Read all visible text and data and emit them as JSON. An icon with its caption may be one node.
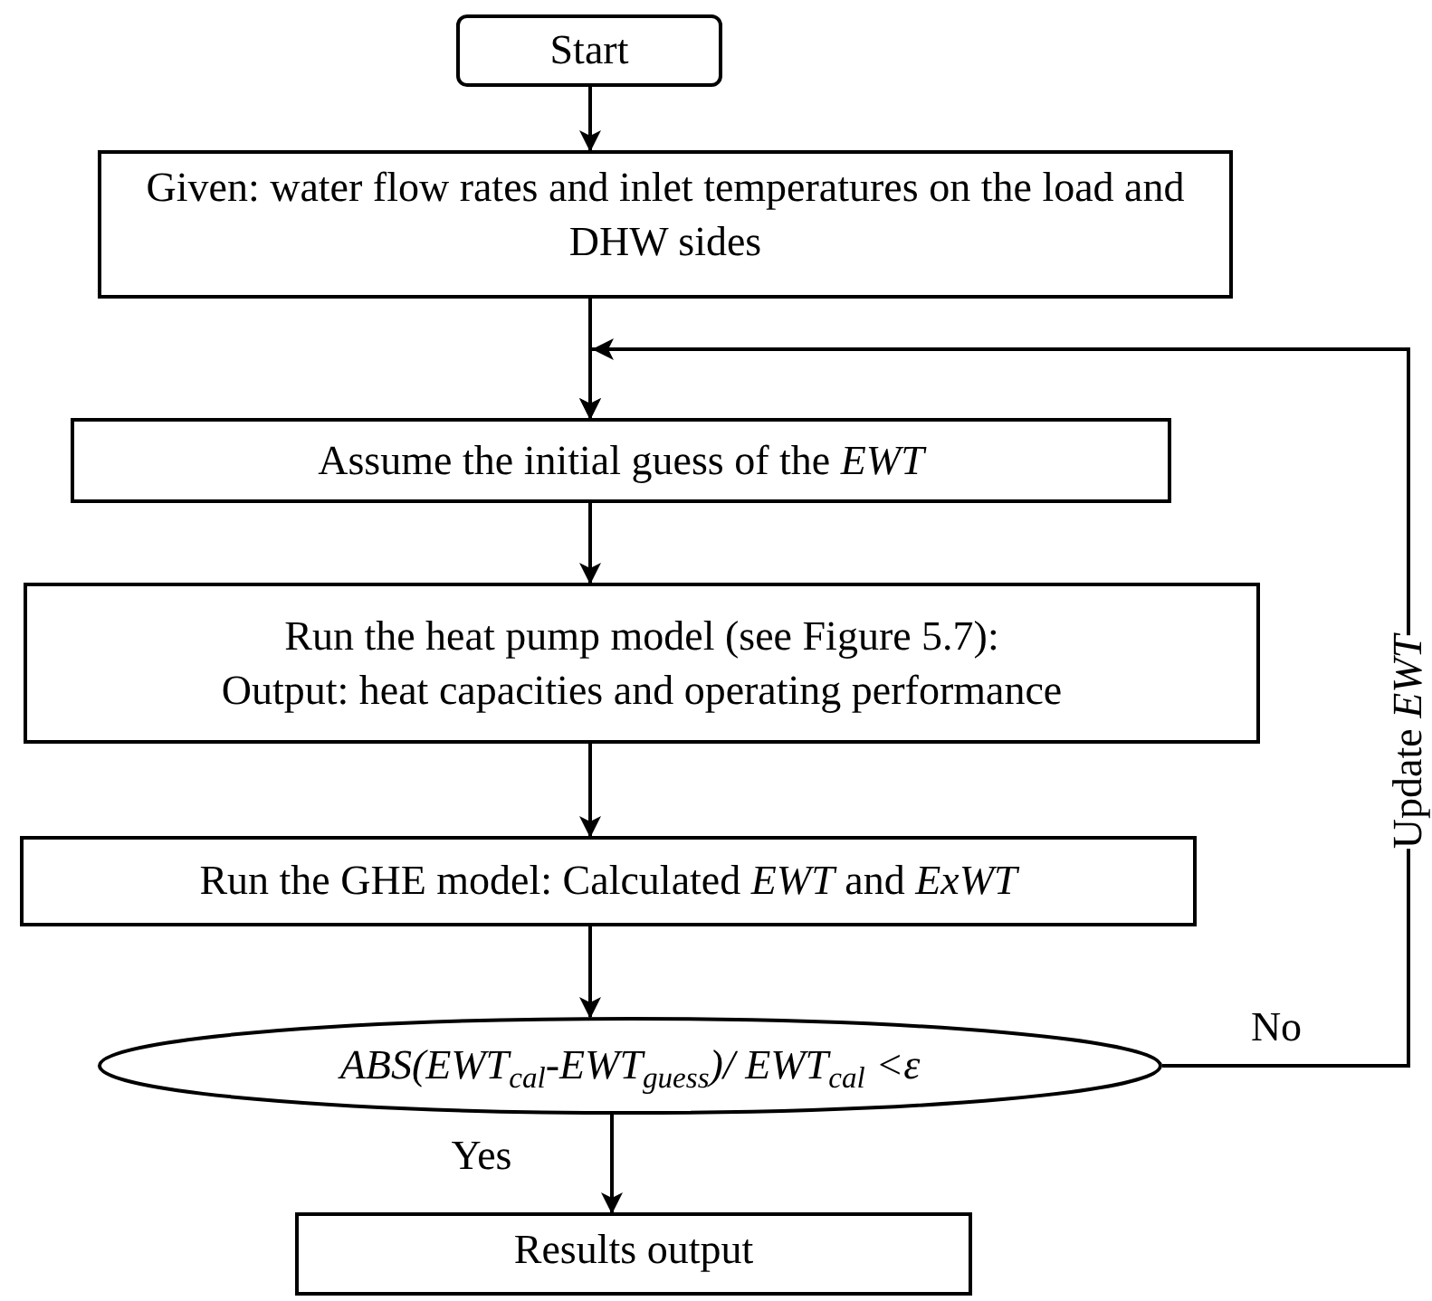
{
  "diagram": {
    "nodes": [
      {
        "text": [
          "Start"
        ]
      },
      {
        "text": [
          "Given: water flow rates and inlet temperatures on the load and DHW sides"
        ]
      },
      {
        "text": [
          "Assume the initial guess of the *EWT*"
        ]
      },
      {
        "text": [
          "Run the heat pump model (see Figure 5.7):",
          "Output: heat capacities and operating performance"
        ]
      },
      {
        "text": [
          "Run the GHE model: Calculated *EWT* and *ExWT*"
        ]
      },
      {
        "text": [
          "ABS(EWT$_{cal}$-EWT$_{guess}$)/ EWT$_{cal}$ <ε"
        ]
      },
      {
        "text": [
          "Results output"
        ]
      }
    ],
    "edges": [
      {
        "from": 0,
        "to": 1,
        "arrow": "to"
      },
      {
        "from": 1,
        "to": 2,
        "arrow": "to"
      },
      {
        "from": 2,
        "to": 3,
        "arrow": "to"
      },
      {
        "from": 3,
        "to": 4,
        "arrow": "to"
      },
      {
        "from": 4,
        "to": 5,
        "arrow": "to"
      },
      {
        "from": 5,
        "to": 6,
        "arrow": "to",
        "label": "Yes"
      },
      {
        "from": 5,
        "to": 2,
        "arrow": "to",
        "label": "Update *EWT*"
      }
    ],
    "labels": [
      "No"
    ]
  }
}
